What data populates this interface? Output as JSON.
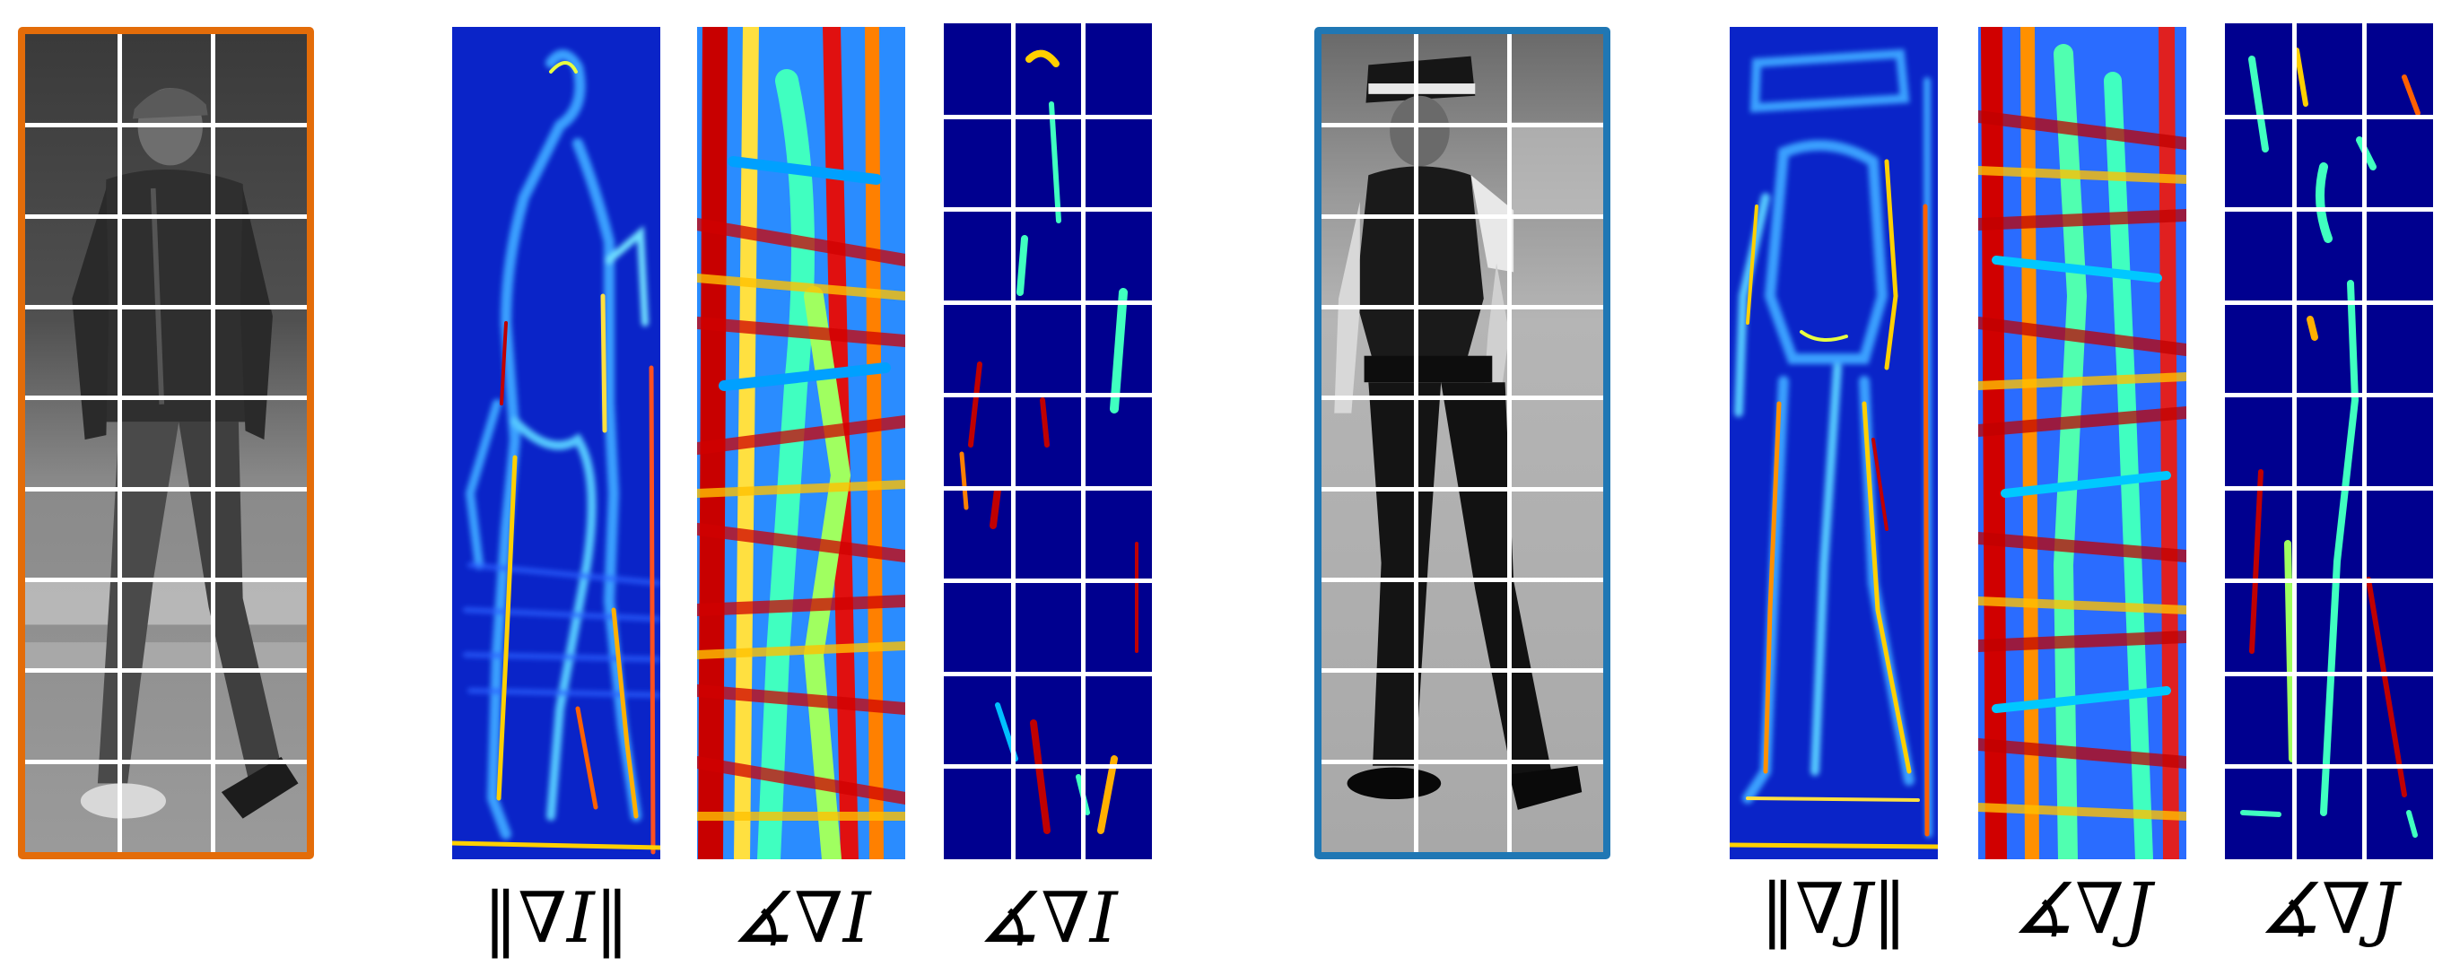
{
  "colors": {
    "left_frame": "#e36c09",
    "right_frame": "#1f77b4",
    "grid_lines": "#ffffff",
    "jet_low": "#00008f",
    "jet_mid": "#40ffc0",
    "jet_high": "#a00000"
  },
  "grid": {
    "columns": 3,
    "rows": 9
  },
  "panels": [
    {
      "id": "photo-I",
      "kind": "grayscale-photo",
      "subject": "pedestrian in hooded jacket"
    },
    {
      "id": "magnitude-I",
      "kind": "gradient-magnitude-jet"
    },
    {
      "id": "orientation-I",
      "kind": "gradient-orientation-jet"
    },
    {
      "id": "orientation-masked-I",
      "kind": "masked-orientation-jet"
    },
    {
      "id": "photo-J",
      "kind": "grayscale-photo",
      "subject": "police officer in uniform"
    },
    {
      "id": "magnitude-J",
      "kind": "gradient-magnitude-jet"
    },
    {
      "id": "orientation-J",
      "kind": "gradient-orientation-jet"
    },
    {
      "id": "orientation-masked-J",
      "kind": "masked-orientation-jet"
    }
  ],
  "labels": {
    "mag_I": "‖∇I‖",
    "ang_I": "∡∇I",
    "ang_I_masked": "∡∇I",
    "mag_J": "‖∇J‖",
    "ang_J": "∡∇J",
    "ang_J_masked": "∡∇J"
  }
}
